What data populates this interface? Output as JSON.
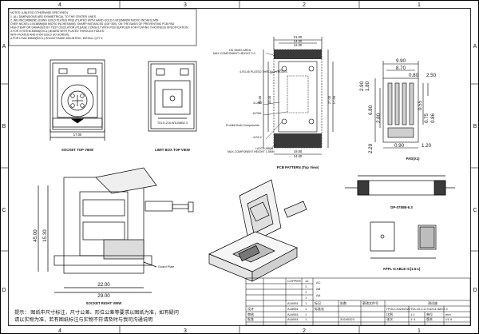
{
  "frame": {
    "top_numbers": [
      "4",
      "3",
      "2",
      "1"
    ],
    "bottom_numbers": [
      "4",
      "3",
      "2",
      "1"
    ],
    "left_letters": [
      "A",
      "B",
      "C",
      "D"
    ],
    "right_letters": [
      "A",
      "B",
      "C",
      "D"
    ]
  },
  "notes": {
    "title": "NOTES: (UNLESS OTHERWISE SPECIFIED)",
    "lines": [
      "1. ALL DIMENSIONS ARE SYMMETRICAL TO THE CENTER LINES.",
      "2. WE RECOMMEND USING GOLD PLATED PINS (PLATED WITH HARD GOLD 0.0013MM(50 MICRO INCHES) MIN.",
      "OVER NICKEL 0.0038MM(50 MICRO INCHES)MIN). SHARP INSTANCES (100~300), ON THE BASIS OF PREVENTING PCB PAD",
      "HIGH TEMP OR DAMAGED BY TEST OSCILATOR (PLEASE CONSULT WITH PCB SUPPLIER FOR PLATING THICKNESS SPECIFICATION.",
      "3.FOR SYSTEM 80MM(EXCL) BOARD WITH PLATED THROUGH HOLES",
      "WITH PLATED AND (FOR GOLD SO SCREW).",
      "4.FOR LOAD 80MM(EXCL) SOCKET BASE MOUNTING, INSTALL QTY 4."
    ]
  },
  "views": {
    "socket_top": "SOCKET TOP VIEW",
    "limit_box": "LIMIT BOX   TOP VIEW",
    "pcb_pattern": "PCB PATTERN (Top View)",
    "pad": "PAD(X1)",
    "dp": "DP-0780B-6.3",
    "socket_right": "SOCKET RIGHT VIEW",
    "appl": "APPL ICABLE IC(1.5:1)"
  },
  "socket_top": {
    "width_label": "17.00"
  },
  "limit_box": {
    "part_label": "TDLG-218-W1LBNBZ.3"
  },
  "pcb": {
    "top_dim_1": "21.00",
    "top_dim_2": "14.00",
    "top_dim_3": "12.00",
    "left_dim_1": "32.00",
    "left_dim_2": "20.00",
    "right_dim_1": "27.00",
    "right_dim_2": "17.00",
    "bottom_dim_1": "19.50",
    "bottom_dim_2": "24.00",
    "note_top": "HD SMDS AREA",
    "note_top_2": "MAX COMPONENT HEIGHT 2.0",
    "note_plated": "4-R3.45 PLATED THROUGH HOLES",
    "note_unit": "4-UNIT",
    "note_pad": "6-PAD",
    "note_prohibit": "Prohibit Both Components",
    "note_r": "4-R2.2",
    "note_latch": "LATCH AREA",
    "note_latch_2": "MAX COMPONENT HEIGHT 1.5MM"
  },
  "pad": {
    "d_990": "9.90",
    "d_870": "8.70",
    "d_250": "2.50",
    "d_080": "0.80",
    "d_290": "2.90",
    "d_180": "1.80",
    "d_680": "6.80",
    "d_280": "2.80",
    "d_055": "0.55",
    "d_075": "0.75",
    "d_086": "0.86",
    "d_220": "2.20",
    "d_090": "0.90",
    "d_120": "1.20"
  },
  "right_view": {
    "h_4500": "45.00",
    "h_1530": "15.30",
    "w_2200": "22.00",
    "w_2900": "29.00",
    "guard": "Guard Plate"
  },
  "title_block": {
    "rows": [
      {
        "part": "",
        "mat": "COPPER",
        "qty": "12"
      },
      {
        "part": "",
        "mat": "",
        "qty": "1"
      },
      {
        "part": "",
        "mat": "",
        "qty": "1"
      },
      {
        "part": "",
        "mat": "",
        "qty": "1"
      },
      {
        "part": "",
        "mat": "AL6061",
        "qty": "1"
      },
      {
        "part": "",
        "mat": "AL6061",
        "qty": "1"
      },
      {
        "part": "",
        "mat": "AL6061",
        "qty": "1"
      },
      {
        "part": "",
        "mat": "AL6061",
        "qty": "1"
      }
    ],
    "rev_marks": [
      "ΔC",
      "ΔB",
      "ΔA"
    ],
    "drawing_no": "HYDZ-20240321TDLL9-1-2-9.6X11.68X2.3",
    "scale": "1:1",
    "sheet": "1~1",
    "unit": "mm",
    "version": "V1.0",
    "date": "20240323",
    "label_proj": "测试座",
    "label_design": "设计",
    "label_check": "审核",
    "label_std": "标准化",
    "label_approve": "批准",
    "label_unit_title": "单位",
    "label_scale_title": "比例",
    "label_sheet_title": "张次",
    "label_ver_title": "版本",
    "label_mark": "标记",
    "label_count": "处数",
    "label_zone": "分区",
    "label_change": "更改文件号",
    "label_sign": "签名",
    "label_ymd": "年月日"
  },
  "footnote": {
    "line1": "提示： 图纸中尺寸标注，尺寸公差、形位公差等要求以图纸为准，如有疑问",
    "line2": "请以实物为准，若有图纸标注与实物不符请及时与我司沟通说明"
  }
}
